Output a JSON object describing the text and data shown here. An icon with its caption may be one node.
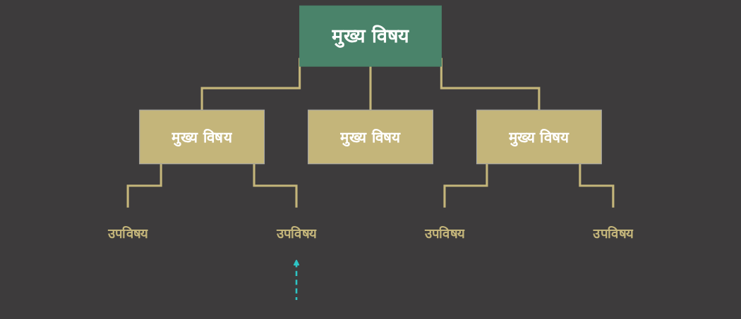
{
  "diagram": {
    "nodes": [
      {
        "text": [
          "मुख्य विषय"
        ]
      },
      {
        "text": [
          "मुख्य विषय"
        ]
      },
      {
        "text": [
          "मुख्य विषय"
        ]
      },
      {
        "text": [
          "मुख्य विषय"
        ]
      },
      {
        "text": [
          "उपविषय"
        ]
      },
      {
        "text": [
          "उपविषय"
        ]
      },
      {
        "text": [
          "उपविषय"
        ]
      },
      {
        "text": [
          "उपविषय"
        ]
      }
    ],
    "edges": [
      {
        "from": 0,
        "to": 1,
        "arrow": "none"
      },
      {
        "from": 0,
        "to": 2,
        "arrow": "none"
      },
      {
        "from": 0,
        "to": 3,
        "arrow": "none"
      },
      {
        "from": 1,
        "to": 4,
        "arrow": "none"
      },
      {
        "from": 1,
        "to": 5,
        "arrow": "none"
      },
      {
        "from": 3,
        "to": 6,
        "arrow": "none"
      },
      {
        "from": 3,
        "to": 7,
        "arrow": "none"
      },
      {
        "from": null,
        "to": 5,
        "arrow": "to",
        "style": "dashed",
        "color": "#2ec4c4"
      }
    ]
  }
}
